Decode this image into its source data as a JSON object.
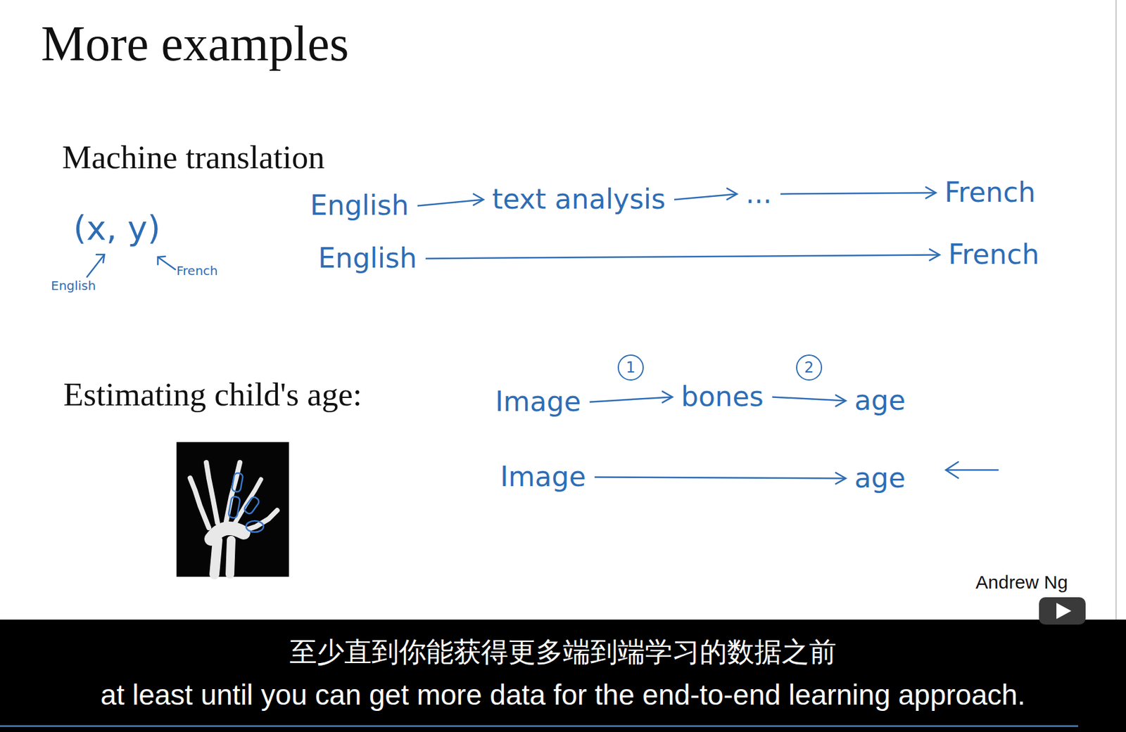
{
  "diagram": {
    "title": "More examples",
    "nodes": [
      {
        "text": [
          "English"
        ]
      },
      {
        "text": [
          "text analysis"
        ]
      },
      {
        "text": [
          "..."
        ]
      },
      {
        "text": [
          "French"
        ]
      },
      {
        "text": [
          "English"
        ]
      },
      {
        "text": [
          "French"
        ]
      },
      {
        "text": [
          "Image"
        ]
      },
      {
        "text": [
          "bones"
        ]
      },
      {
        "text": [
          "age"
        ]
      },
      {
        "text": [
          "Image"
        ]
      },
      {
        "text": [
          "age"
        ]
      }
    ],
    "edges": [
      {
        "from": 0,
        "to": 1,
        "arrow": "to"
      },
      {
        "from": 1,
        "to": 2,
        "arrow": "to"
      },
      {
        "from": 2,
        "to": 3,
        "arrow": "to"
      },
      {
        "from": 4,
        "to": 5,
        "arrow": "to"
      },
      {
        "from": 6,
        "to": 7,
        "label": "1",
        "arrow": "to"
      },
      {
        "from": 7,
        "to": 8,
        "label": "2",
        "arrow": "to"
      },
      {
        "from": 9,
        "to": 10,
        "arrow": "to"
      }
    ],
    "labels": [
      "Machine translation",
      "Estimating child's age:",
      "(x, y)",
      "English",
      "French",
      "Andrew Ng",
      "至少直到你能获得更多端到端学习的数据之前",
      "at least until you can get more data for the end-to-end learning approach."
    ]
  }
}
